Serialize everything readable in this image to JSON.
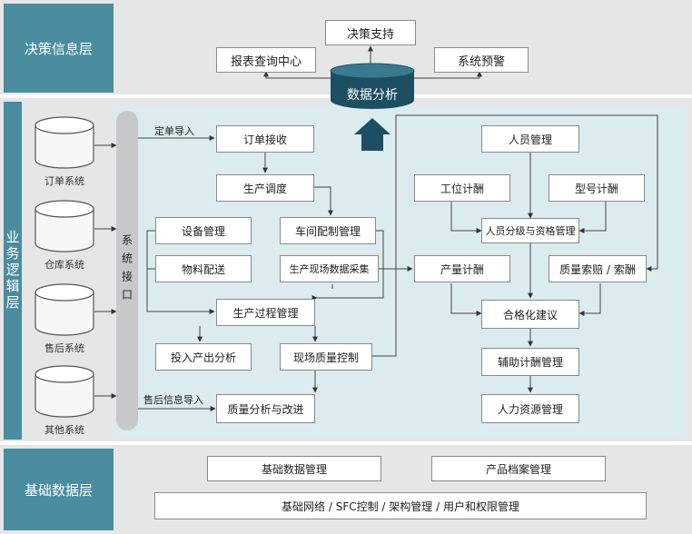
{
  "layers": {
    "decision": "决策信息层",
    "business": "业务逻辑层",
    "base": "基础数据层"
  },
  "decision": {
    "support": "决策支持",
    "report": "报表查询中心",
    "warning": "系统预警",
    "analysis": "数据分析"
  },
  "systems": [
    "订单系统",
    "仓库系统",
    "售后系统",
    "其他系统"
  ],
  "interface": "系统接口",
  "flow_labels": {
    "order_import": "定单导入",
    "aftersale_import": "售后信息导入"
  },
  "process": {
    "order_receive": "订单接收",
    "prod_schedule": "生产调度",
    "equipment": "设备管理",
    "workshop": "车间配制管理",
    "material": "物料配送",
    "data_collect": "生产现场数据采集",
    "process_mgmt": "生产过程管理",
    "io_analysis": "投入产出分析",
    "quality_ctrl": "现场质量控制",
    "quality_improve": "质量分析与改进"
  },
  "hr": {
    "staff": "人员管理",
    "station_pay": "工位计酬",
    "model_pay": "型号计酬",
    "grading": "人员分级与资格管理",
    "output_pay": "产量计酬",
    "claims": "质量索赔 / 索酬",
    "rationalize": "合格化建议",
    "aux_pay": "辅助计酬管理",
    "hr_mgmt": "人力资源管理"
  },
  "base": {
    "basic_data": "基础数据管理",
    "product_archive": "产品档案管理",
    "infra": "基础网络 / SFC控制 / 架构管理 / 用户和权限管理"
  }
}
